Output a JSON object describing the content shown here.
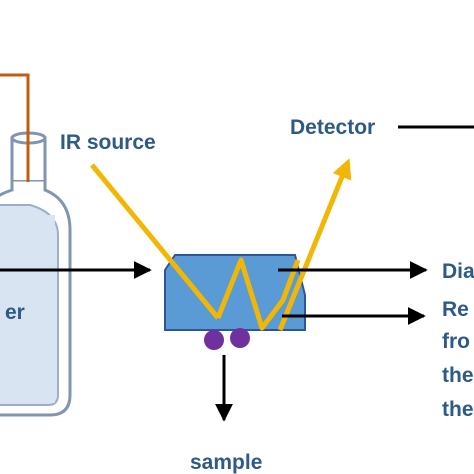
{
  "labels": {
    "ir_source": "IR source",
    "detector": "Detector",
    "sample": "sample",
    "container_text": "er",
    "right_text_1": "Dia",
    "right_text_2": "Re",
    "right_text_3": "fro",
    "right_text_4": "the",
    "right_text_5": "the"
  },
  "colors": {
    "beam": "#f2b705",
    "tube": "#c55a11",
    "crystal_fill": "#5b9bd5",
    "crystal_stroke": "#2f5597",
    "sample_dots": "#7030a0",
    "container_outline": "#7f96b2",
    "container_fill": "#d9e4f2",
    "arrow": "#000000",
    "label_text": "#2e5a87"
  },
  "icons": {
    "sample_dots": "purple-dot-icon",
    "arrows": "arrow-right-icon"
  }
}
